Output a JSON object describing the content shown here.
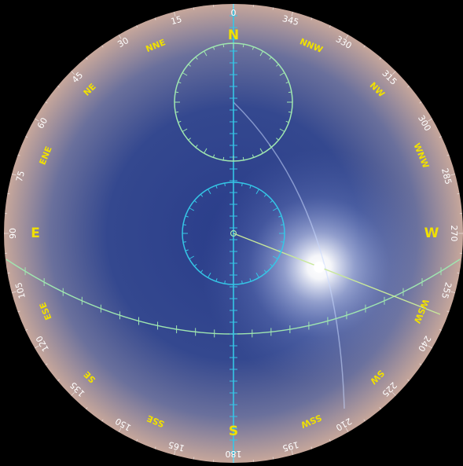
{
  "colors": {
    "background": "#000000",
    "sky_center": "#2b3f86",
    "sky_edge": "#c8a89a",
    "cardinal_label": "#f0e000",
    "degree_label": "#ffffff",
    "meridian": "#35c6e6",
    "ecliptic": "#9fe6b0",
    "sun_path": "#c8e0ff",
    "sun_glow": "#ffffff"
  },
  "cardinals": [
    {
      "label": "N",
      "az": 0
    },
    {
      "label": "NNW",
      "az": 337.5
    },
    {
      "label": "NW",
      "az": 315
    },
    {
      "label": "WNW",
      "az": 292.5
    },
    {
      "label": "W",
      "az": 270
    },
    {
      "label": "WSW",
      "az": 247.5
    },
    {
      "label": "SW",
      "az": 225
    },
    {
      "label": "SSW",
      "az": 202.5
    },
    {
      "label": "S",
      "az": 180
    },
    {
      "label": "SSE",
      "az": 157.5
    },
    {
      "label": "SE",
      "az": 135
    },
    {
      "label": "ESE",
      "az": 112.5
    },
    {
      "label": "E",
      "az": 90
    },
    {
      "label": "ENE",
      "az": 67.5
    },
    {
      "label": "NE",
      "az": 45
    },
    {
      "label": "NNE",
      "az": 22.5
    }
  ],
  "degrees": [
    "0",
    "15",
    "30",
    "45",
    "60",
    "75",
    "90",
    "105",
    "120",
    "135",
    "150",
    "165",
    "180",
    "195",
    "210",
    "225",
    "240",
    "255",
    "270",
    "285",
    "300",
    "315",
    "330",
    "345"
  ],
  "sun": {
    "label": "sun-glow"
  }
}
